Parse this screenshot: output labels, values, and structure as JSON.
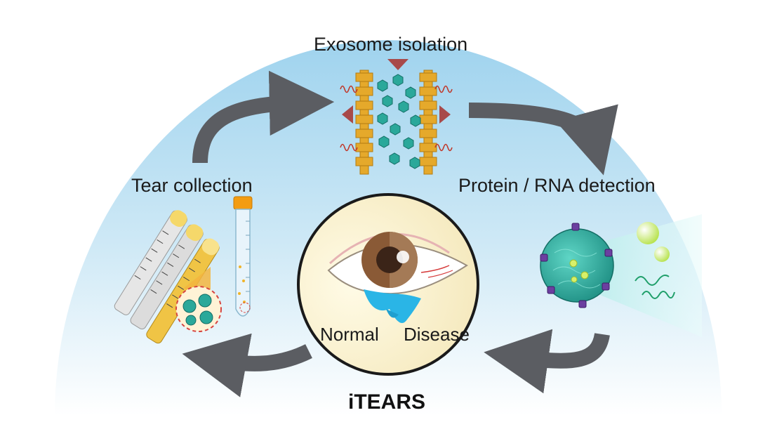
{
  "steps": {
    "exosome_isolation": "Exosome isolation",
    "tear_collection": "Tear collection",
    "detection": "Protein / RNA detection"
  },
  "eye": {
    "normal_label": "Normal",
    "disease_label": "Disease"
  },
  "platform": {
    "name": "iTEARS"
  },
  "colors": {
    "dome_top": "#9fd3ee",
    "dome_bottom": "#ffffff",
    "arrow": "#5b5d62",
    "electrode": "#e5a92b",
    "exosome": "#2aa89a",
    "acoustic_wave": "#c0392b",
    "tear_drop": "#2ab5e6",
    "iris": "#8a5a36"
  },
  "icons": {
    "flow_arrows": "curved-arrow-icon",
    "separator_markers": "triangle-icon",
    "vesicle": "exosome-icon",
    "collection_tube": "test-tube-icon",
    "collection_strips": "schirmer-strip-icon",
    "eye": "eye-icon"
  }
}
